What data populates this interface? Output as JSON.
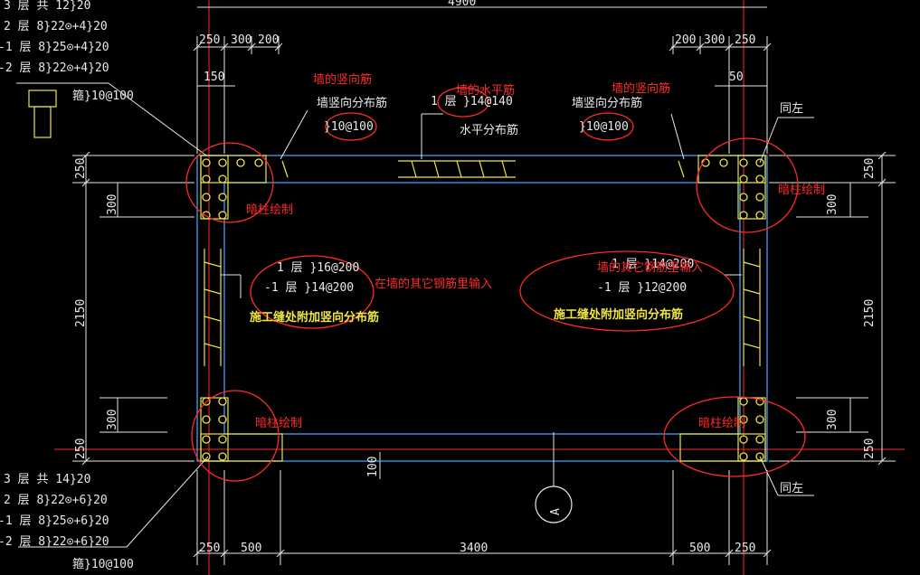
{
  "dims": {
    "top_total": "4900",
    "top_left": [
      "250",
      "300",
      "200"
    ],
    "top_right": [
      "200",
      "300",
      "250"
    ],
    "top_offset_left": "150",
    "top_offset_right": "50",
    "left_250_top": "250",
    "left_300_top": "300",
    "left_2150": "2150",
    "left_300_bottom": "300",
    "left_250_bottom": "250",
    "right_250_top": "250",
    "right_300_top": "300",
    "right_2150": "2150",
    "right_300_bottom": "300",
    "right_250_bottom": "250",
    "bottom_250_left": "250",
    "bottom_500_left": "500",
    "bottom_3400": "3400",
    "bottom_500_right": "500",
    "bottom_250_right": "250",
    "offset_100": "100"
  },
  "tables": {
    "top_left": [
      "3   层  共  12}20",
      "2   层       8}22⊙+4}20",
      "-1  层       8}25⊙+4}20",
      "-2  层       8}22⊙+4}20"
    ],
    "top_left_stirrup": "箍}10@100",
    "bottom_left": [
      "3   层  共  14}20",
      "2   层       8}22⊙+6}20",
      "-1  层       8}25⊙+6}20",
      "-2  层       8}22⊙+6}20"
    ],
    "bottom_left_stirrup": "箍}10@100"
  },
  "wall": {
    "left_vert_title": "墙竖向分布筋",
    "left_vert_value": "}10@100",
    "horiz_floor": "1  层",
    "horiz_value": "}14@140",
    "horiz_title": "水平分布筋",
    "right_vert_title": "墙竖向分布筋",
    "right_vert_value": "}10@100",
    "same_left_top": "同左",
    "same_left_bottom": "同左"
  },
  "joint": {
    "left_line1": "1  层   }16@200",
    "left_line2": "-1  层   }14@200",
    "left_title": "施工缝处附加竖向分布筋",
    "right_line1": "1  层   }14@200",
    "right_line2": "-1  层   }12@200",
    "right_title": "施工缝处附加竖向分布筋"
  },
  "annotations": {
    "wall_vert_left": "墙的竖向筋",
    "wall_horiz": "墙的水平筋",
    "wall_vert_right": "墙的竖向筋",
    "hidden_col_tl": "暗柱绘制",
    "hidden_col_tr": "暗柱绘制",
    "hidden_col_bl": "暗柱绘制",
    "hidden_col_br": "暗柱绘制",
    "other_rebar_left": "在墙的其它钢筋里输入",
    "other_rebar_right": "墙的其它钢筋里输入"
  },
  "axis_label": "A",
  "colors": {
    "background": "#000000",
    "dimension": "#e8e8e8",
    "axis": "#ff2a2a",
    "wall_outline": "#3aa0ff",
    "rebar": "#f0e640",
    "annotation": "#ff2a2a"
  }
}
